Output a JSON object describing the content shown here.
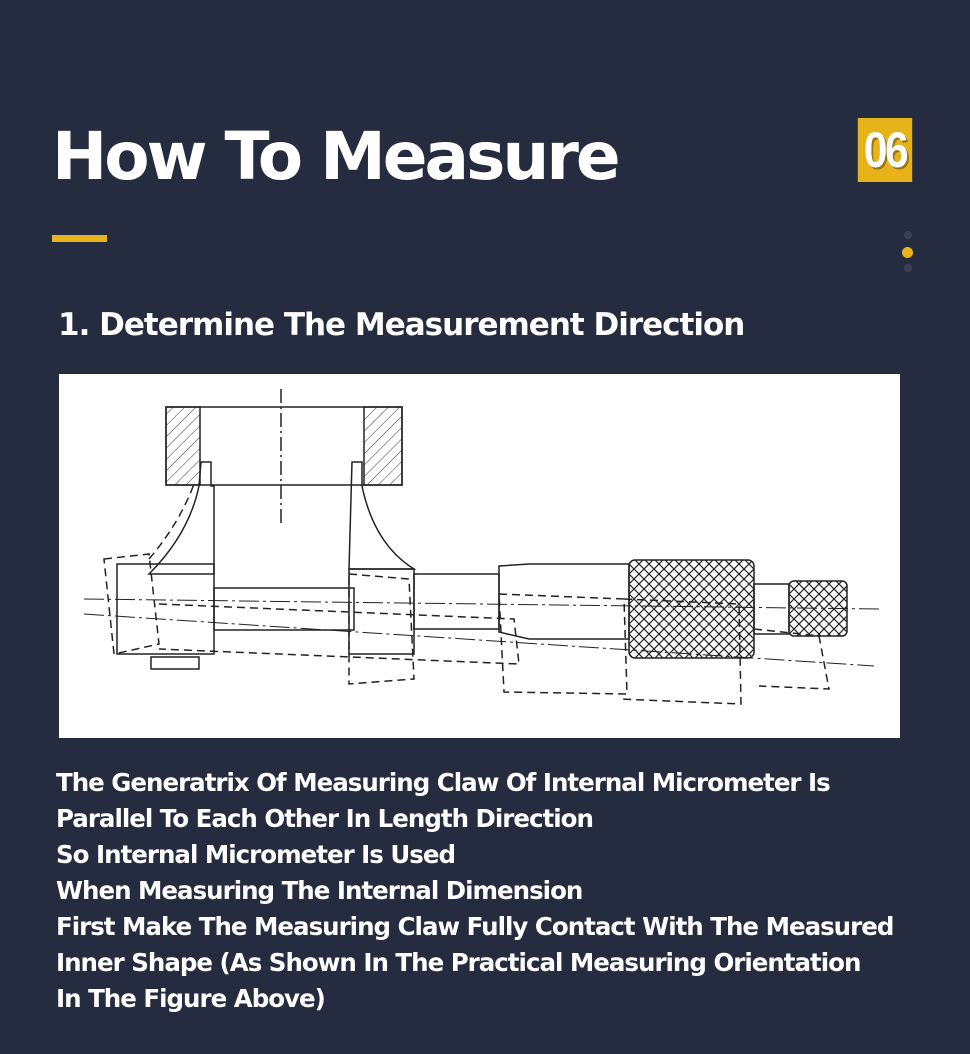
{
  "header": {
    "title": "How To Measure",
    "badge": "06",
    "accent_color": "#e8b41b",
    "pager": {
      "total": 3,
      "active_index": 1
    }
  },
  "section": {
    "heading": "1. Determine The Measurement Direction"
  },
  "figure": {
    "icon": "internal-micrometer-diagram"
  },
  "description": {
    "lines": [
      "The Generatrix Of Measuring Claw Of Internal Micrometer Is",
      "Parallel To Each Other In Length Direction",
      "So Internal Micrometer Is Used",
      "When Measuring The Internal Dimension",
      "First Make The Measuring Claw Fully Contact With The Measured",
      "Inner Shape (As Shown In The Practical Measuring Orientation",
      "In The Figure Above)"
    ]
  }
}
